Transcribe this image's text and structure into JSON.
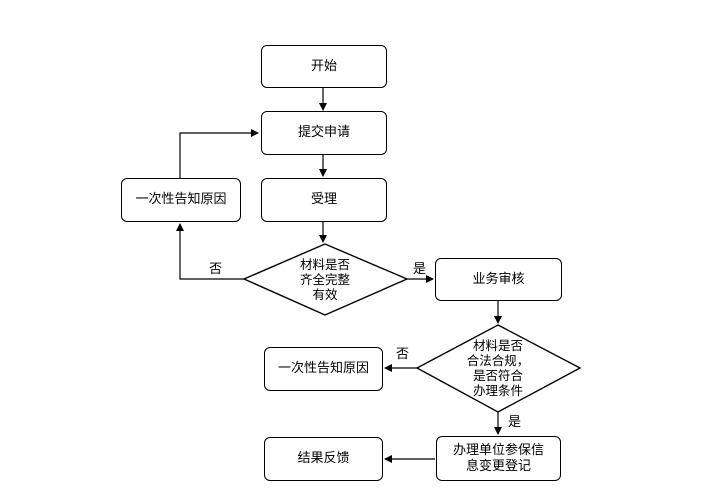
{
  "nodes": {
    "start": "开始",
    "submit": "提交申请",
    "accept": "受理",
    "notify_1": "一次性告知原因",
    "decision_1": "材料是否\n齐全完整\n有效",
    "review": "业务审核",
    "decision_2": "材料是否\n合法合规，\n是否符合\n办理条件",
    "notify_2": "一次性告知原因",
    "register": "办理单位参保信\n息变更登记",
    "feedback": "结果反馈"
  },
  "labels": {
    "no_1": "否",
    "yes_1": "是",
    "no_2": "否",
    "yes_2": "是"
  }
}
